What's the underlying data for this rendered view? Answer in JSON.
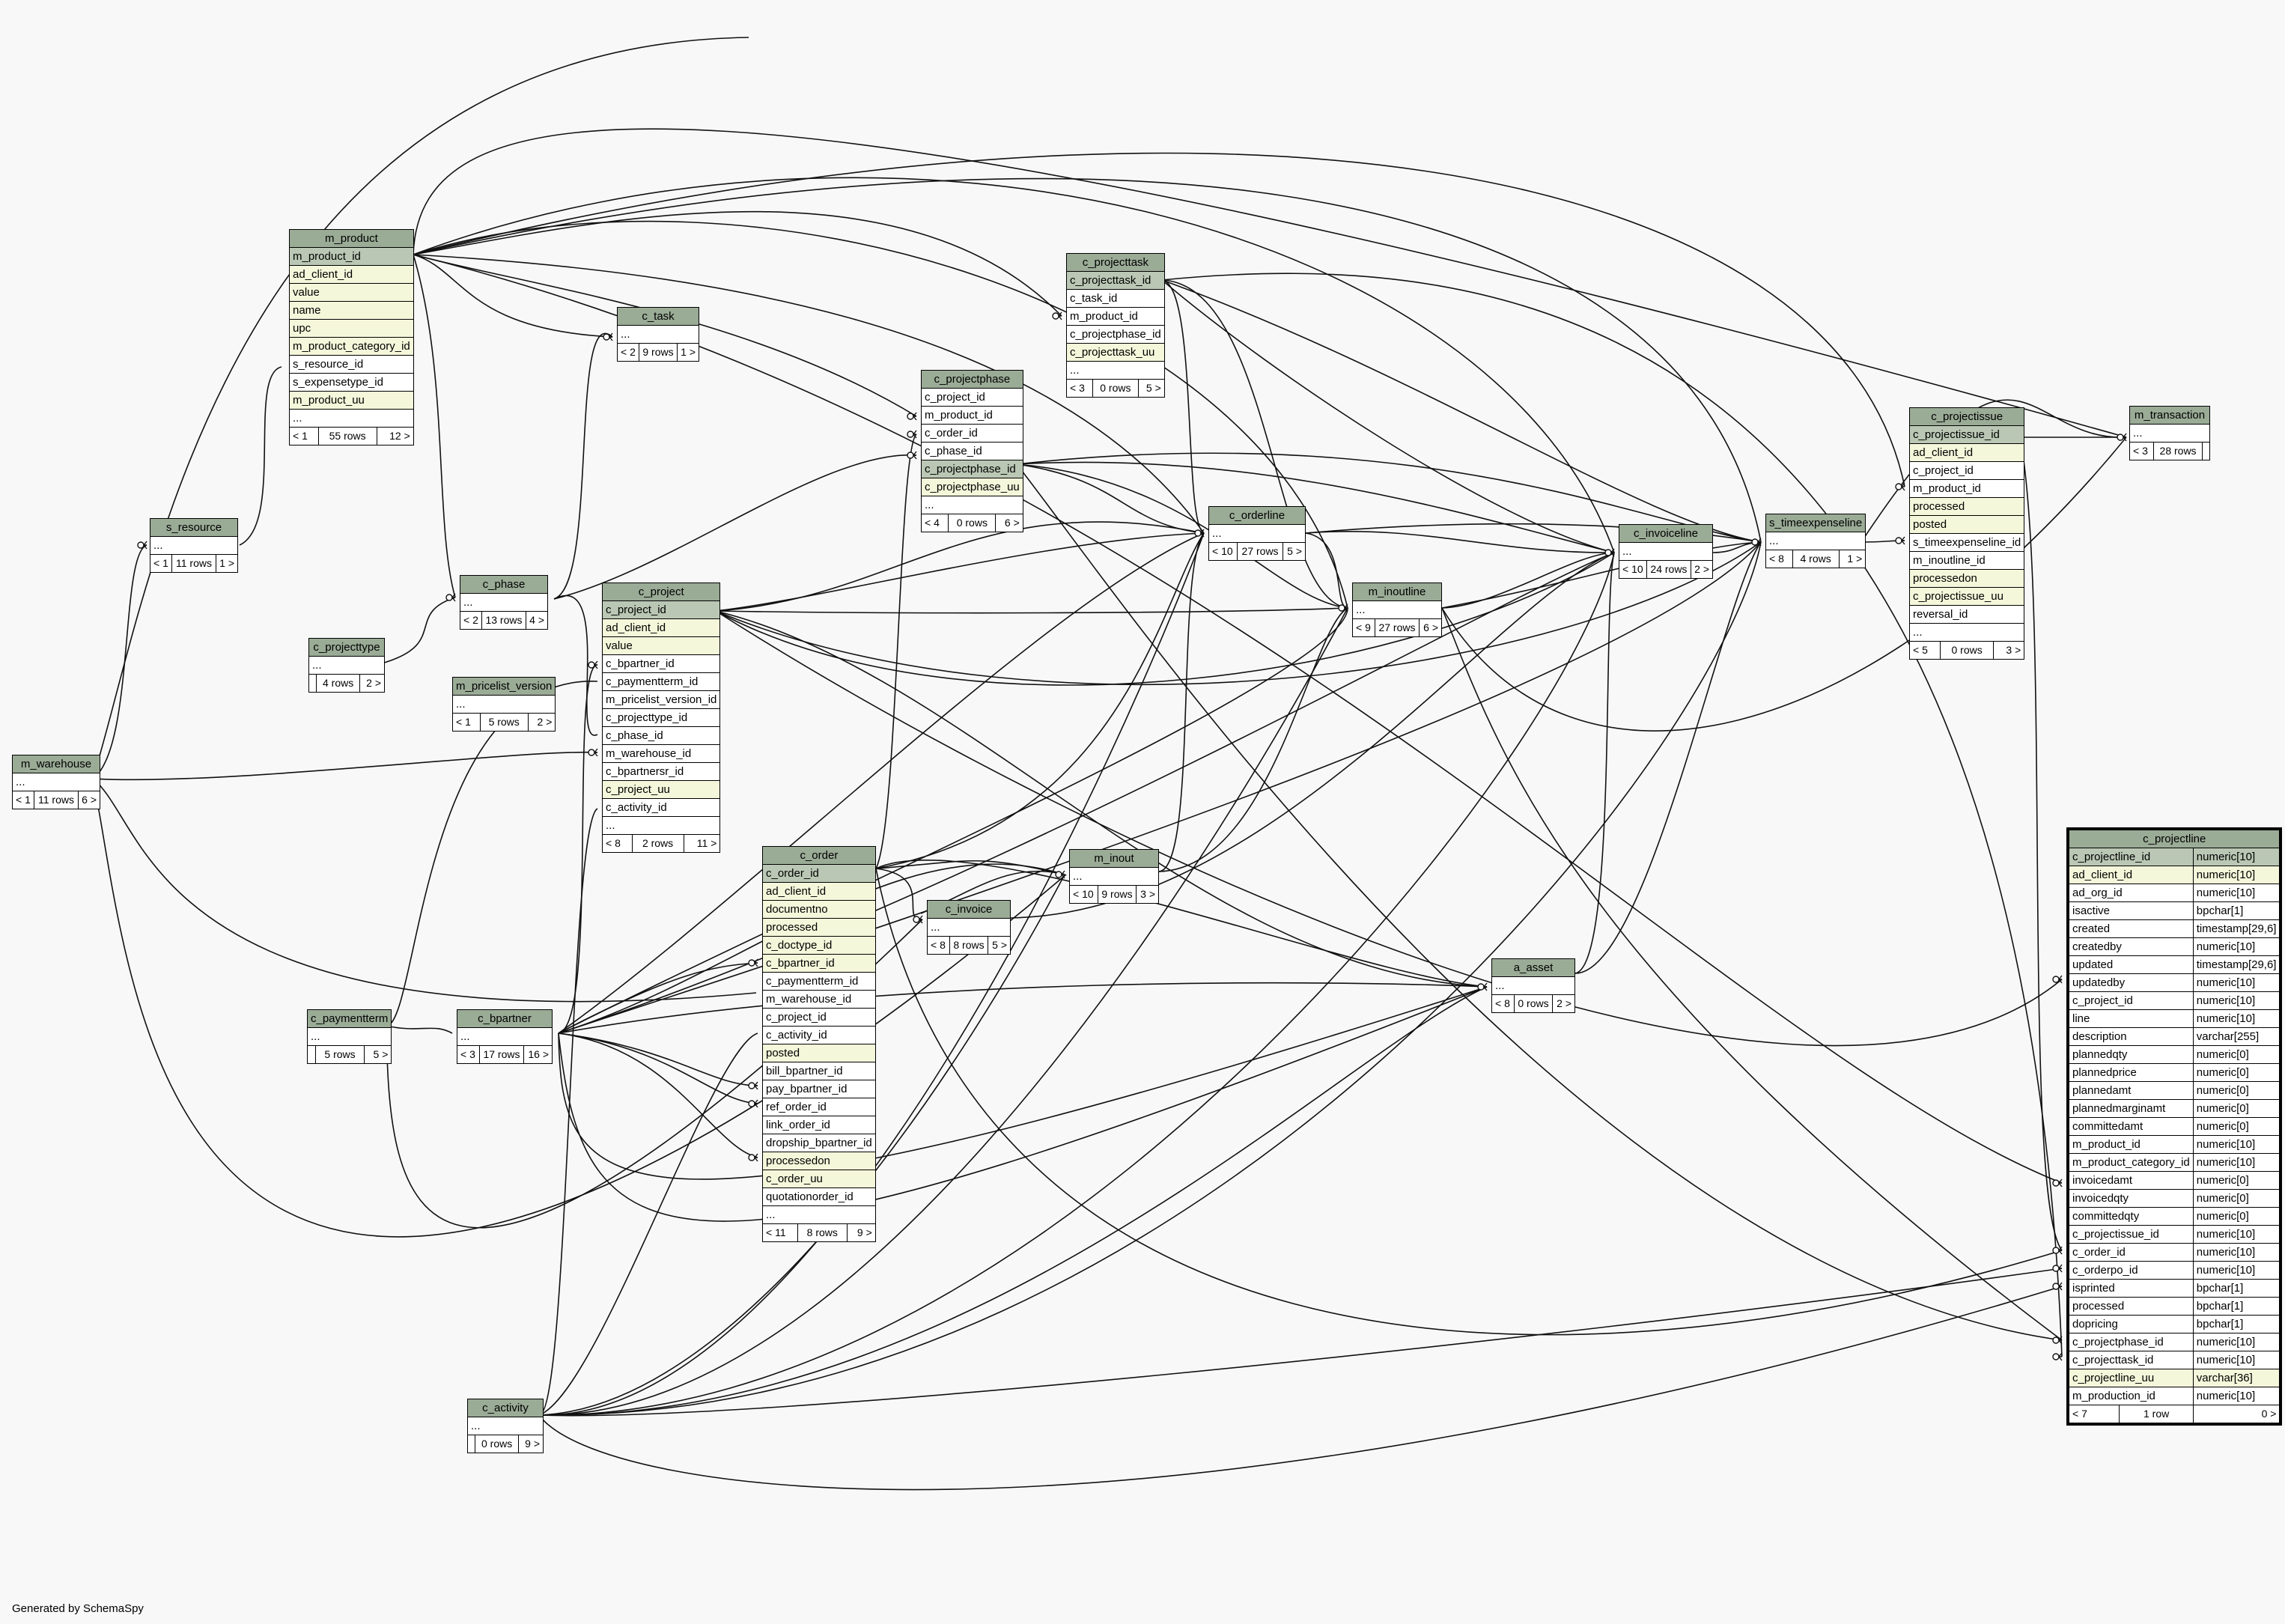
{
  "footer": "Generated by SchemaSpy",
  "tables": [
    {
      "id": "m_product",
      "name": "m_product",
      "cols": [
        {
          "n": "m_product_id",
          "k": "pk"
        },
        {
          "n": "ad_client_id",
          "k": "req"
        },
        {
          "n": "value",
          "k": "req"
        },
        {
          "n": "name",
          "k": "req"
        },
        {
          "n": "upc",
          "k": "req"
        },
        {
          "n": "m_product_category_id",
          "k": "req"
        },
        {
          "n": "s_resource_id",
          "k": ""
        },
        {
          "n": "s_expensetype_id",
          "k": ""
        },
        {
          "n": "m_product_uu",
          "k": "req"
        },
        {
          "n": "...",
          "k": "dots"
        }
      ],
      "footer": [
        "< 1",
        "55 rows",
        "12 >"
      ]
    },
    {
      "id": "s_resource",
      "name": "s_resource",
      "cols": [
        {
          "n": "...",
          "k": "dots"
        }
      ],
      "footer": [
        "< 1",
        "11 rows",
        "1 >"
      ]
    },
    {
      "id": "m_warehouse",
      "name": "m_warehouse",
      "cols": [
        {
          "n": "...",
          "k": "dots"
        }
      ],
      "footer": [
        "< 1",
        "11 rows",
        "6 >"
      ]
    },
    {
      "id": "c_projecttype",
      "name": "c_projecttype",
      "cols": [
        {
          "n": "...",
          "k": "dots"
        }
      ],
      "footer": [
        "",
        "4 rows",
        "2 >"
      ]
    },
    {
      "id": "c_phase",
      "name": "c_phase",
      "cols": [
        {
          "n": "...",
          "k": "dots"
        }
      ],
      "footer": [
        "< 2",
        "13 rows",
        "4 >"
      ]
    },
    {
      "id": "c_task",
      "name": "c_task",
      "cols": [
        {
          "n": "...",
          "k": "dots"
        }
      ],
      "footer": [
        "< 2",
        "9 rows",
        "1 >"
      ]
    },
    {
      "id": "m_pricelist_version",
      "name": "m_pricelist_version",
      "cols": [
        {
          "n": "...",
          "k": "dots"
        }
      ],
      "footer": [
        "< 1",
        "5 rows",
        "2 >"
      ]
    },
    {
      "id": "c_project",
      "name": "c_project",
      "cols": [
        {
          "n": "c_project_id",
          "k": "pk"
        },
        {
          "n": "ad_client_id",
          "k": "req"
        },
        {
          "n": "value",
          "k": "req"
        },
        {
          "n": "c_bpartner_id",
          "k": ""
        },
        {
          "n": "c_paymentterm_id",
          "k": ""
        },
        {
          "n": "m_pricelist_version_id",
          "k": ""
        },
        {
          "n": "c_projecttype_id",
          "k": ""
        },
        {
          "n": "c_phase_id",
          "k": ""
        },
        {
          "n": "m_warehouse_id",
          "k": ""
        },
        {
          "n": "c_bpartnersr_id",
          "k": ""
        },
        {
          "n": "c_project_uu",
          "k": "req"
        },
        {
          "n": "c_activity_id",
          "k": ""
        },
        {
          "n": "...",
          "k": "dots"
        }
      ],
      "footer": [
        "< 8",
        "2 rows",
        "11 >"
      ]
    },
    {
      "id": "c_projectphase",
      "name": "c_projectphase",
      "cols": [
        {
          "n": "c_project_id",
          "k": ""
        },
        {
          "n": "m_product_id",
          "k": ""
        },
        {
          "n": "c_order_id",
          "k": ""
        },
        {
          "n": "c_phase_id",
          "k": ""
        },
        {
          "n": "c_projectphase_id",
          "k": "pk"
        },
        {
          "n": "c_projectphase_uu",
          "k": "req"
        },
        {
          "n": "...",
          "k": "dots"
        }
      ],
      "footer": [
        "< 4",
        "0 rows",
        "6 >"
      ]
    },
    {
      "id": "c_projecttask",
      "name": "c_projecttask",
      "cols": [
        {
          "n": "c_projecttask_id",
          "k": "pk"
        },
        {
          "n": "c_task_id",
          "k": ""
        },
        {
          "n": "m_product_id",
          "k": ""
        },
        {
          "n": "c_projectphase_id",
          "k": ""
        },
        {
          "n": "c_projecttask_uu",
          "k": "req"
        },
        {
          "n": "...",
          "k": "dots"
        }
      ],
      "footer": [
        "< 3",
        "0 rows",
        "5 >"
      ]
    },
    {
      "id": "c_orderline",
      "name": "c_orderline",
      "cols": [
        {
          "n": "...",
          "k": "dots"
        }
      ],
      "footer": [
        "< 10",
        "27 rows",
        "5 >"
      ]
    },
    {
      "id": "m_inoutline",
      "name": "m_inoutline",
      "cols": [
        {
          "n": "...",
          "k": "dots"
        }
      ],
      "footer": [
        "< 9",
        "27 rows",
        "6 >"
      ]
    },
    {
      "id": "c_invoiceline",
      "name": "c_invoiceline",
      "cols": [
        {
          "n": "...",
          "k": "dots"
        }
      ],
      "footer": [
        "< 10",
        "24 rows",
        "2 >"
      ]
    },
    {
      "id": "s_timeexpenseline",
      "name": "s_timeexpenseline",
      "cols": [
        {
          "n": "...",
          "k": "dots"
        }
      ],
      "footer": [
        "< 8",
        "4 rows",
        "1 >"
      ]
    },
    {
      "id": "c_projectissue",
      "name": "c_projectissue",
      "cols": [
        {
          "n": "c_projectissue_id",
          "k": "pk"
        },
        {
          "n": "ad_client_id",
          "k": "req"
        },
        {
          "n": "c_project_id",
          "k": ""
        },
        {
          "n": "m_product_id",
          "k": ""
        },
        {
          "n": "processed",
          "k": "req"
        },
        {
          "n": "posted",
          "k": "req"
        },
        {
          "n": "s_timeexpenseline_id",
          "k": ""
        },
        {
          "n": "m_inoutline_id",
          "k": ""
        },
        {
          "n": "processedon",
          "k": "req"
        },
        {
          "n": "c_projectissue_uu",
          "k": "req"
        },
        {
          "n": "reversal_id",
          "k": ""
        },
        {
          "n": "...",
          "k": "dots"
        }
      ],
      "footer": [
        "< 5",
        "0 rows",
        "3 >"
      ]
    },
    {
      "id": "m_transaction",
      "name": "m_transaction",
      "cols": [
        {
          "n": "...",
          "k": "dots"
        }
      ],
      "footer": [
        "< 3",
        "28 rows",
        ""
      ]
    },
    {
      "id": "c_paymentterm",
      "name": "c_paymentterm",
      "cols": [
        {
          "n": "...",
          "k": "dots"
        }
      ],
      "footer": [
        "",
        "5 rows",
        "5 >"
      ]
    },
    {
      "id": "c_bpartner",
      "name": "c_bpartner",
      "cols": [
        {
          "n": "...",
          "k": "dots"
        }
      ],
      "footer": [
        "< 3",
        "17 rows",
        "16 >"
      ]
    },
    {
      "id": "c_order",
      "name": "c_order",
      "cols": [
        {
          "n": "c_order_id",
          "k": "pk"
        },
        {
          "n": "ad_client_id",
          "k": "req"
        },
        {
          "n": "documentno",
          "k": "req"
        },
        {
          "n": "processed",
          "k": "req"
        },
        {
          "n": "c_doctype_id",
          "k": "req"
        },
        {
          "n": "c_bpartner_id",
          "k": "req"
        },
        {
          "n": "c_paymentterm_id",
          "k": ""
        },
        {
          "n": "m_warehouse_id",
          "k": ""
        },
        {
          "n": "c_project_id",
          "k": ""
        },
        {
          "n": "c_activity_id",
          "k": ""
        },
        {
          "n": "posted",
          "k": "req"
        },
        {
          "n": "bill_bpartner_id",
          "k": ""
        },
        {
          "n": "pay_bpartner_id",
          "k": ""
        },
        {
          "n": "ref_order_id",
          "k": ""
        },
        {
          "n": "link_order_id",
          "k": ""
        },
        {
          "n": "dropship_bpartner_id",
          "k": ""
        },
        {
          "n": "processedon",
          "k": "req"
        },
        {
          "n": "c_order_uu",
          "k": "req"
        },
        {
          "n": "quotationorder_id",
          "k": ""
        },
        {
          "n": "...",
          "k": "dots"
        }
      ],
      "footer": [
        "< 11",
        "8 rows",
        "9 >"
      ]
    },
    {
      "id": "m_inout",
      "name": "m_inout",
      "cols": [
        {
          "n": "...",
          "k": "dots"
        }
      ],
      "footer": [
        "< 10",
        "9 rows",
        "3 >"
      ]
    },
    {
      "id": "c_invoice",
      "name": "c_invoice",
      "cols": [
        {
          "n": "...",
          "k": "dots"
        }
      ],
      "footer": [
        "< 8",
        "8 rows",
        "5 >"
      ]
    },
    {
      "id": "a_asset",
      "name": "a_asset",
      "cols": [
        {
          "n": "...",
          "k": "dots"
        }
      ],
      "footer": [
        "< 8",
        "0 rows",
        "2 >"
      ]
    },
    {
      "id": "c_activity",
      "name": "c_activity",
      "cols": [
        {
          "n": "...",
          "k": "dots"
        }
      ],
      "footer": [
        "",
        "0 rows",
        "9 >"
      ]
    }
  ],
  "focus": {
    "name": "c_projectline",
    "cols": [
      {
        "n": "c_projectline_id",
        "t": "numeric[10]",
        "k": "pk"
      },
      {
        "n": "ad_client_id",
        "t": "numeric[10]",
        "k": "req"
      },
      {
        "n": "ad_org_id",
        "t": "numeric[10]",
        "k": ""
      },
      {
        "n": "isactive",
        "t": "bpchar[1]",
        "k": ""
      },
      {
        "n": "created",
        "t": "timestamp[29,6]",
        "k": ""
      },
      {
        "n": "createdby",
        "t": "numeric[10]",
        "k": ""
      },
      {
        "n": "updated",
        "t": "timestamp[29,6]",
        "k": ""
      },
      {
        "n": "updatedby",
        "t": "numeric[10]",
        "k": ""
      },
      {
        "n": "c_project_id",
        "t": "numeric[10]",
        "k": ""
      },
      {
        "n": "line",
        "t": "numeric[10]",
        "k": ""
      },
      {
        "n": "description",
        "t": "varchar[255]",
        "k": ""
      },
      {
        "n": "plannedqty",
        "t": "numeric[0]",
        "k": ""
      },
      {
        "n": "plannedprice",
        "t": "numeric[0]",
        "k": ""
      },
      {
        "n": "plannedamt",
        "t": "numeric[0]",
        "k": ""
      },
      {
        "n": "plannedmarginamt",
        "t": "numeric[0]",
        "k": ""
      },
      {
        "n": "committedamt",
        "t": "numeric[0]",
        "k": ""
      },
      {
        "n": "m_product_id",
        "t": "numeric[10]",
        "k": ""
      },
      {
        "n": "m_product_category_id",
        "t": "numeric[10]",
        "k": ""
      },
      {
        "n": "invoicedamt",
        "t": "numeric[0]",
        "k": ""
      },
      {
        "n": "invoicedqty",
        "t": "numeric[0]",
        "k": ""
      },
      {
        "n": "committedqty",
        "t": "numeric[0]",
        "k": ""
      },
      {
        "n": "c_projectissue_id",
        "t": "numeric[10]",
        "k": ""
      },
      {
        "n": "c_order_id",
        "t": "numeric[10]",
        "k": ""
      },
      {
        "n": "c_orderpo_id",
        "t": "numeric[10]",
        "k": ""
      },
      {
        "n": "isprinted",
        "t": "bpchar[1]",
        "k": ""
      },
      {
        "n": "processed",
        "t": "bpchar[1]",
        "k": ""
      },
      {
        "n": "dopricing",
        "t": "bpchar[1]",
        "k": ""
      },
      {
        "n": "c_projectphase_id",
        "t": "numeric[10]",
        "k": ""
      },
      {
        "n": "c_projecttask_id",
        "t": "numeric[10]",
        "k": ""
      },
      {
        "n": "c_projectline_uu",
        "t": "varchar[36]",
        "k": "req"
      },
      {
        "n": "m_production_id",
        "t": "numeric[10]",
        "k": ""
      }
    ],
    "footer": [
      "< 7",
      "1 row",
      "0 >"
    ]
  }
}
